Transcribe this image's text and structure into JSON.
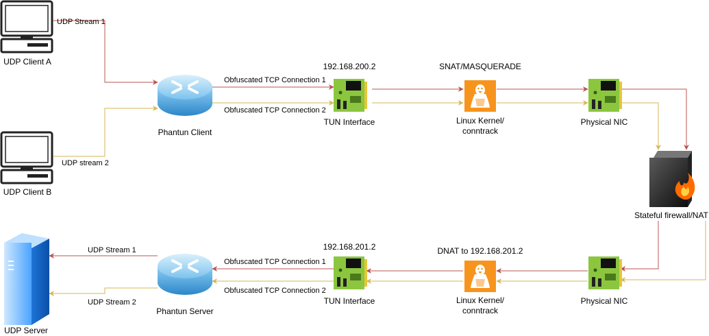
{
  "colors": {
    "red_line": "#b85450",
    "gold_line": "#d6b656",
    "nic_board": "#8cc63f",
    "tux_bg": "#f7941d",
    "router_blue": "#4aa3df",
    "server_blue": "#1e90ff"
  },
  "nodes": {
    "client_a": {
      "label": "UDP Client A",
      "icon": "computer-icon"
    },
    "client_b": {
      "label": "UDP Client B",
      "icon": "computer-icon"
    },
    "phantun_client": {
      "label": "Phantun Client",
      "icon": "router-icon"
    },
    "tun_top": {
      "label": "TUN Interface",
      "ip": "192.168.200.2",
      "icon": "network-card-icon"
    },
    "kernel_top": {
      "label_line1": "Linux Kernel/",
      "label_line2": "conntrack",
      "note": "SNAT/MASQUERADE",
      "icon": "linux-tux-icon"
    },
    "nic_top": {
      "label": "Physical NIC",
      "icon": "network-card-icon"
    },
    "firewall": {
      "label": "Stateful firewall/NAT",
      "icon": "firewall-icon"
    },
    "nic_bottom": {
      "label": "Physical NIC",
      "icon": "network-card-icon"
    },
    "kernel_bottom": {
      "label_line1": "Linux Kernel/",
      "label_line2": "conntrack",
      "note": "DNAT to 192.168.201.2",
      "icon": "linux-tux-icon"
    },
    "tun_bottom": {
      "label": "TUN Interface",
      "ip": "192.168.201.2",
      "icon": "network-card-icon"
    },
    "phantun_server": {
      "label": "Phantun Server",
      "icon": "router-icon"
    },
    "server": {
      "label": "UDP Server",
      "icon": "server-icon"
    }
  },
  "edges": {
    "udp_stream_1_top": "UDP Stream 1",
    "udp_stream_2_top": "UDP stream 2",
    "tcp_conn_1_top": "Obfuscated TCP Connection 1",
    "tcp_conn_2_top": "Obfuscated TCP Connection 2",
    "tcp_conn_1_bottom": "Obfuscated TCP Connection 1",
    "tcp_conn_2_bottom": "Obfuscated TCP Connection 2",
    "udp_stream_1_bottom": "UDP Stream 1",
    "udp_stream_2_bottom": "UDP Stream 2"
  }
}
